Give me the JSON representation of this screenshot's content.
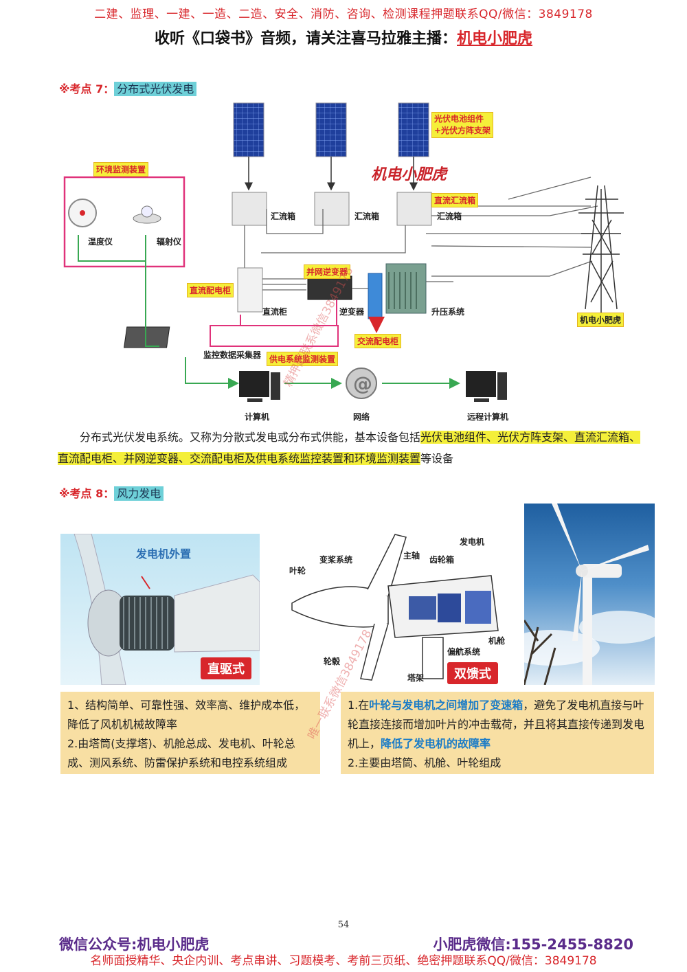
{
  "header": {
    "line1": "二建、监理、一建、一造、二造、安全、消防、咨询、检测课程押题联系QQ/微信：3849178",
    "line2_prefix": "收听《口袋书》音频，请关注喜马拉雅主播：",
    "line2_anchor": "机电小肥虎"
  },
  "section7": {
    "marker": "※考点 7：",
    "title": "分布式光伏发电",
    "diagram": {
      "panel_label": "光伏电池组件\n+光伏方阵支架",
      "brand_mark": "机电小肥虎",
      "env_title": "环境监测装置",
      "thermometer": "温度仪",
      "radiometer": "辐射仪",
      "combiner_box": "汇流箱",
      "dc_combiner": "直流汇流箱",
      "dc_cabinet_label": "直流配电柜",
      "dc_cabinet": "直流柜",
      "inverter_label": "并网逆变器",
      "inverter": "逆变器",
      "booster": "升压系统",
      "ac_cabinet": "交流配电柜",
      "tower_label": "机电小肥虎",
      "collector": "监控数据采集器",
      "supply_monitor": "供电系统监测装置",
      "computer": "计算机",
      "network": "网络",
      "remote_computer": "远程计算机"
    },
    "para_plain1": "分布式光伏发电系统。又称为分散式发电或分布式供能，基本设备包括",
    "para_hl1": "光伏电池组件、光伏方阵支架、",
    "para_hl2": "直流汇流箱、直流配电柜、并网逆变器、交流配电柜及供电系统监控装置和环境监测装置",
    "para_plain2": "等设备"
  },
  "section8": {
    "marker": "※考点 8：",
    "title": "风力发电",
    "direct": {
      "callout": "发电机外置",
      "badge": "直驱式"
    },
    "dfig": {
      "badge": "双馈式",
      "labels": {
        "blade": "叶轮",
        "pitch": "变桨系统",
        "main_shaft": "主轴",
        "gearbox": "齿轮箱",
        "generator": "发电机",
        "nacelle": "机舱",
        "yaw": "偏航系统",
        "hub": "轮毂",
        "tower": "塔架"
      }
    },
    "box_left": {
      "line1": "1、结构简单、可靠性强、效率高、维护成本低，降低了风机机械故障率",
      "line2": "2.由塔筒(支撑塔)、机舱总成、发电机、叶轮总成、测风系统、防雷保护系统和电控系统组成"
    },
    "box_right": {
      "p1_a": "1.在",
      "p1_blue1": "叶轮与发电机之间增加了变速箱",
      "p1_b": "，避免了发电机直接与叶轮直接连接而增加叶片的冲击载荷，并且将其直接传递到发电机上，",
      "p1_blue2": "降低了发电机的故障率",
      "p2": "2.主要由塔筒、机舱、叶轮组成"
    }
  },
  "watermarks": {
    "w1": "精押题联系微信3849178",
    "w2": "唯一联系微信3849178"
  },
  "page_number": "54",
  "footer": {
    "left": "微信公众号:机电小肥虎",
    "right": "小肥虎微信:155-2455-8820",
    "bottom": "名师面授精华、央企内训、考点串讲、习题模考、考前三页纸、绝密押题联系QQ/微信：3849178"
  },
  "colors": {
    "red": "#d8262b",
    "teal_tag": "#6ed0d8",
    "highlight": "#f4ef3a",
    "box": "#f8dfa3",
    "blue_text": "#1b7cc7",
    "footer_purple": "#5a2b8a",
    "solar_blue": "#1f3f9c",
    "green_line": "#38a852",
    "magenta_frame": "#e0327a"
  }
}
